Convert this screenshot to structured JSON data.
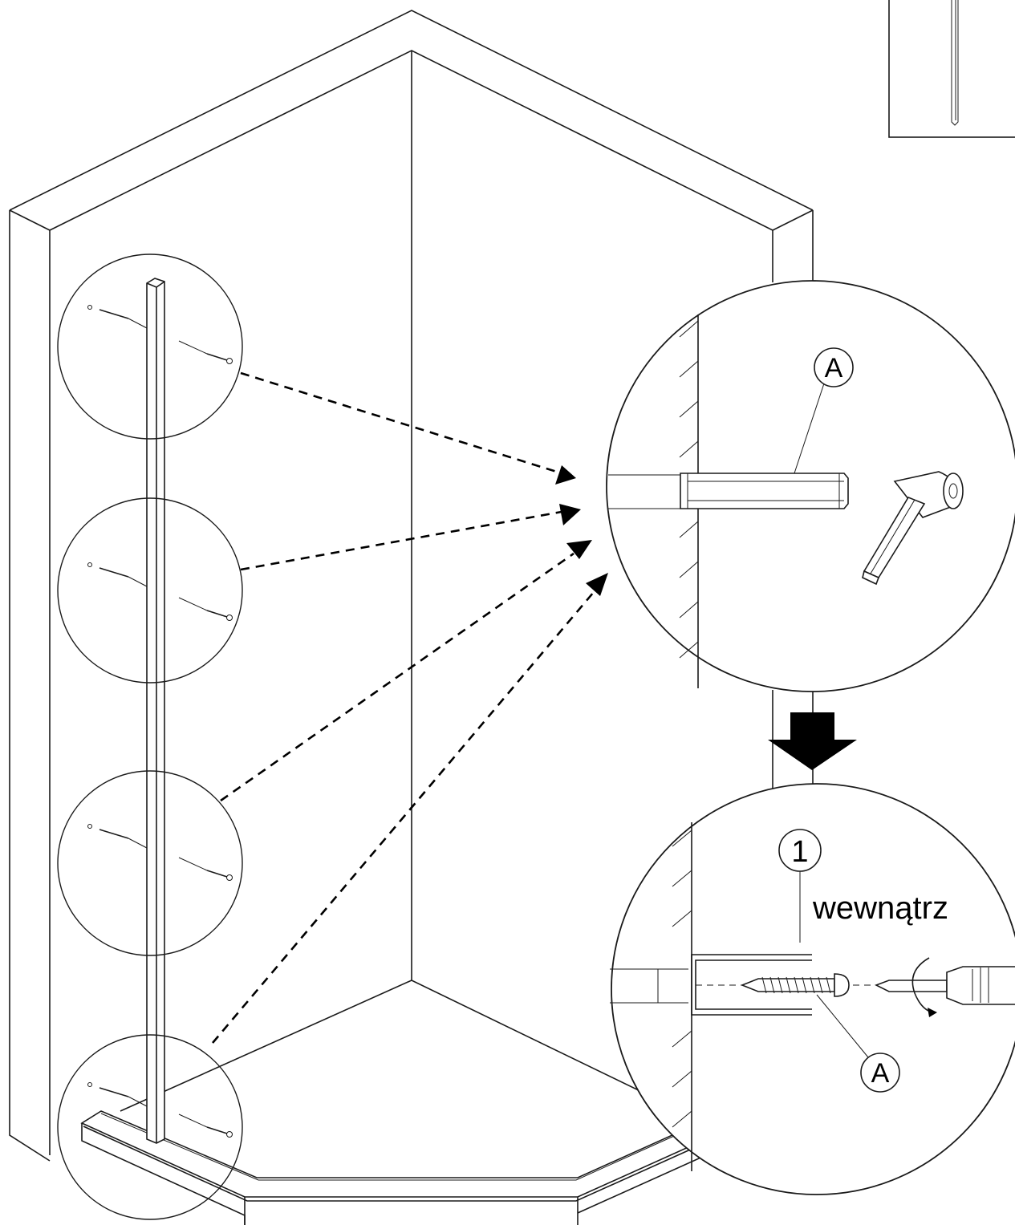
{
  "labels": {
    "part_a_top": "A",
    "step_number": "1",
    "inside_note": "wewnątrz",
    "part_a_bottom": "A"
  },
  "colors": {
    "line": "#1a1a1a",
    "arrow": "#000000",
    "background": "#ffffff"
  },
  "icons": {
    "screwdriver": "screwdriver-icon",
    "rotate": "rotate-arrow-icon",
    "down_arrow": "down-arrow-icon",
    "dowel": "wall-plug-icon",
    "screw": "screw-icon",
    "hex_key": "hex-key-icon"
  }
}
